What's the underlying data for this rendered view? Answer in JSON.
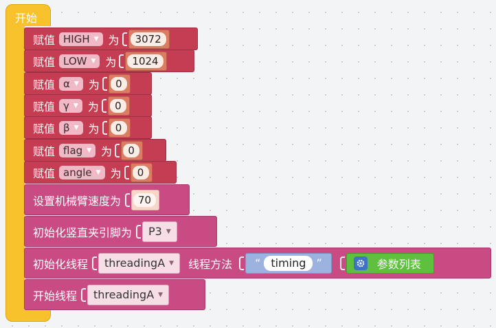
{
  "start": {
    "label": "开始"
  },
  "assignments": [
    {
      "kw": "赋值",
      "var": "HIGH",
      "op": "为",
      "value": "3072"
    },
    {
      "kw": "赋值",
      "var": "LOW",
      "op": "为",
      "value": "1024"
    },
    {
      "kw": "赋值",
      "var": "α",
      "op": "为",
      "value": "0"
    },
    {
      "kw": "赋值",
      "var": "γ",
      "op": "为",
      "value": "0"
    },
    {
      "kw": "赋值",
      "var": "β",
      "op": "为",
      "value": "0"
    },
    {
      "kw": "赋值",
      "var": "flag",
      "op": "为",
      "value": "0"
    },
    {
      "kw": "赋值",
      "var": "angle",
      "op": "为",
      "value": "0"
    }
  ],
  "arm_speed": {
    "label": "设置机械臂速度为",
    "value": "70"
  },
  "gripper_init": {
    "label": "初始化竖直夹引脚为",
    "pin": "P3"
  },
  "thread_init": {
    "label": "初始化线程",
    "thread": "threadingA",
    "method_label": "线程方法",
    "method": "timing",
    "params_label": "参数列表"
  },
  "thread_start": {
    "label": "开始线程",
    "thread": "threadingA"
  },
  "colors": {
    "event": "#f8c22c",
    "variable": "#c43d52",
    "action": "#c94b84",
    "number": "#dc7c62",
    "string": "#9cb3e0",
    "list": "#5fbf3f"
  }
}
